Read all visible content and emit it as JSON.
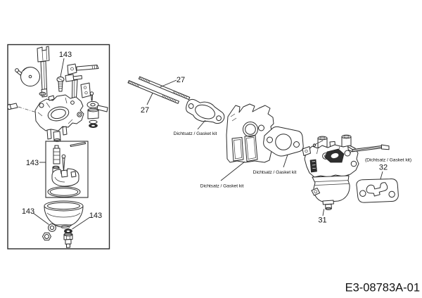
{
  "diagram": {
    "type": "exploded-parts-diagram",
    "subject": "carburetor",
    "drawing_number": "E3-08783A-01",
    "callouts": {
      "idle_screw": "143",
      "float_kit": "143",
      "bowl_washer": "143",
      "drain_gasket": "143",
      "stud_upper": "27",
      "stud_lower": "27",
      "carburetor": "31",
      "carb_gasket": "32"
    },
    "annotations": {
      "intake_gasket": "Dichtsatz / Gasket kit",
      "spacer": "Dichtsatz / Gasket kit",
      "insulator_gasket": "Dichtsatz / Gasket kit",
      "carb_kit": "(Dichtsatz / Gasket kit)"
    }
  }
}
